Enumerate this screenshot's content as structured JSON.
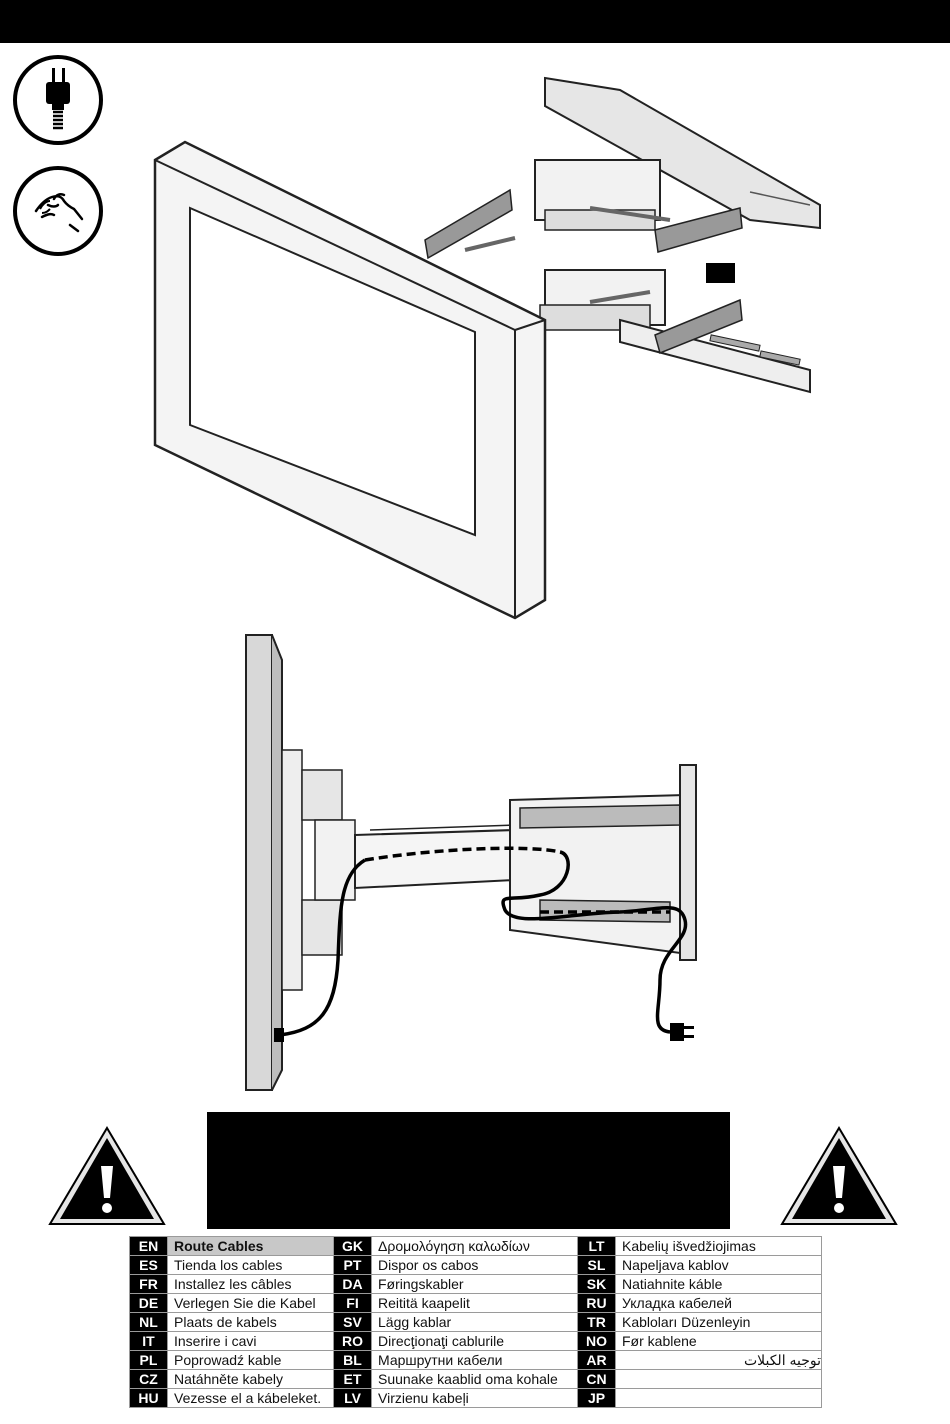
{
  "icons": [
    "plug-icon",
    "hand-icon"
  ],
  "warnings": [
    "warning-triangle-icon",
    "warning-triangle-icon"
  ],
  "languages": {
    "col1": [
      {
        "code": "EN",
        "text": "Route Cables"
      },
      {
        "code": "ES",
        "text": "Tienda los cables"
      },
      {
        "code": "FR",
        "text": "Installez les câbles"
      },
      {
        "code": "DE",
        "text": "Verlegen Sie die Kabel"
      },
      {
        "code": "NL",
        "text": "Plaats de kabels"
      },
      {
        "code": "IT",
        "text": "Inserire i cavi"
      },
      {
        "code": "PL",
        "text": "Poprowadź kable"
      },
      {
        "code": "CZ",
        "text": "Natáhněte kabely"
      },
      {
        "code": "HU",
        "text": "Vezesse el a kábeleket."
      }
    ],
    "col2": [
      {
        "code": "GK",
        "text": "Δρομολόγηση καλωδίων"
      },
      {
        "code": "PT",
        "text": "Dispor os cabos"
      },
      {
        "code": "DA",
        "text": "Føringskabler"
      },
      {
        "code": "FI",
        "text": "Reititä kaapelit"
      },
      {
        "code": "SV",
        "text": "Lägg kablar"
      },
      {
        "code": "RO",
        "text": "Direcţionaţi cablurile"
      },
      {
        "code": "BL",
        "text": "Маршрутни кабели"
      },
      {
        "code": "ET",
        "text": "Suunake kaablid oma kohale"
      },
      {
        "code": "LV",
        "text": "Virzienu kabeļi"
      }
    ],
    "col3": [
      {
        "code": "LT",
        "text": "Kabelių išvedžiojimas"
      },
      {
        "code": "SL",
        "text": "Napeljava kablov"
      },
      {
        "code": "SK",
        "text": "Natiahnite káble"
      },
      {
        "code": "RU",
        "text": "Укладка кабелей"
      },
      {
        "code": "TR",
        "text": "Kabloları Düzenleyin"
      },
      {
        "code": "NO",
        "text": "Før kablene"
      },
      {
        "code": "AR",
        "text": "توجيه الكبلات"
      },
      {
        "code": "CN",
        "text": ""
      },
      {
        "code": "JP",
        "text": ""
      }
    ]
  }
}
